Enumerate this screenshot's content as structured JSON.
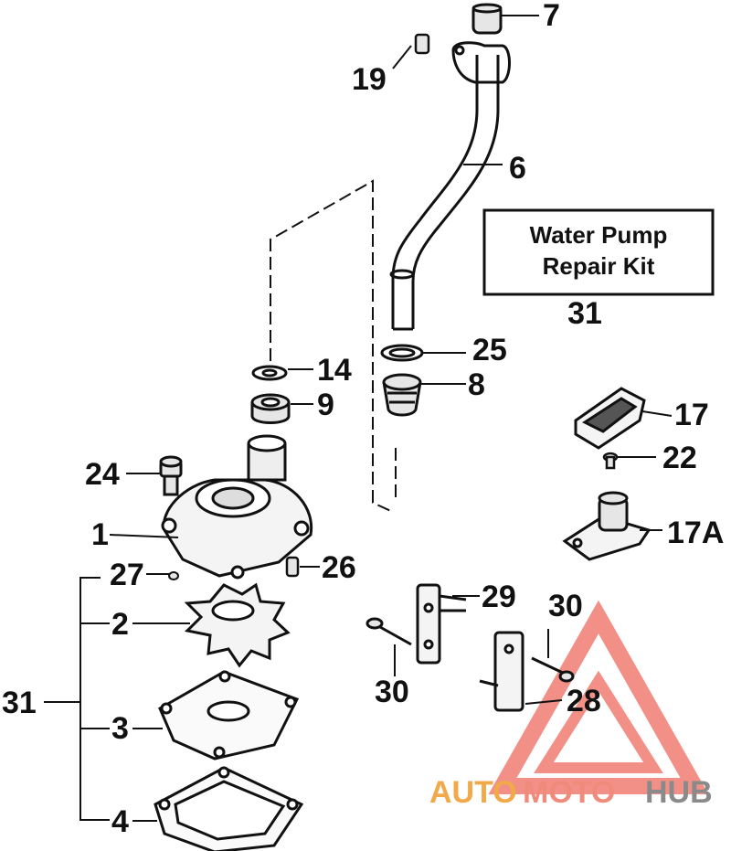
{
  "kit_box": {
    "line1": "Water Pump",
    "line2": "Repair Kit",
    "number": "31"
  },
  "callouts": {
    "c7": "7",
    "c19": "19",
    "c6": "6",
    "c14": "14",
    "c9": "9",
    "c25": "25",
    "c8": "8",
    "c17": "17",
    "c22": "22",
    "c17a": "17A",
    "c24": "24",
    "c1": "1",
    "c26": "26",
    "c27": "27",
    "c2": "2",
    "c29": "29",
    "c30a": "30",
    "c30b": "30",
    "c28": "28",
    "c31": "31",
    "c3": "3",
    "c4": "4"
  },
  "watermark": {
    "auto": "AUTO",
    "moto": "MOTO",
    "hub": "HUB",
    "colors": {
      "auto": "#f2a94a",
      "moto": "#f08b7c",
      "hub": "#8a8a8a",
      "triangle": "#f07c72"
    }
  }
}
